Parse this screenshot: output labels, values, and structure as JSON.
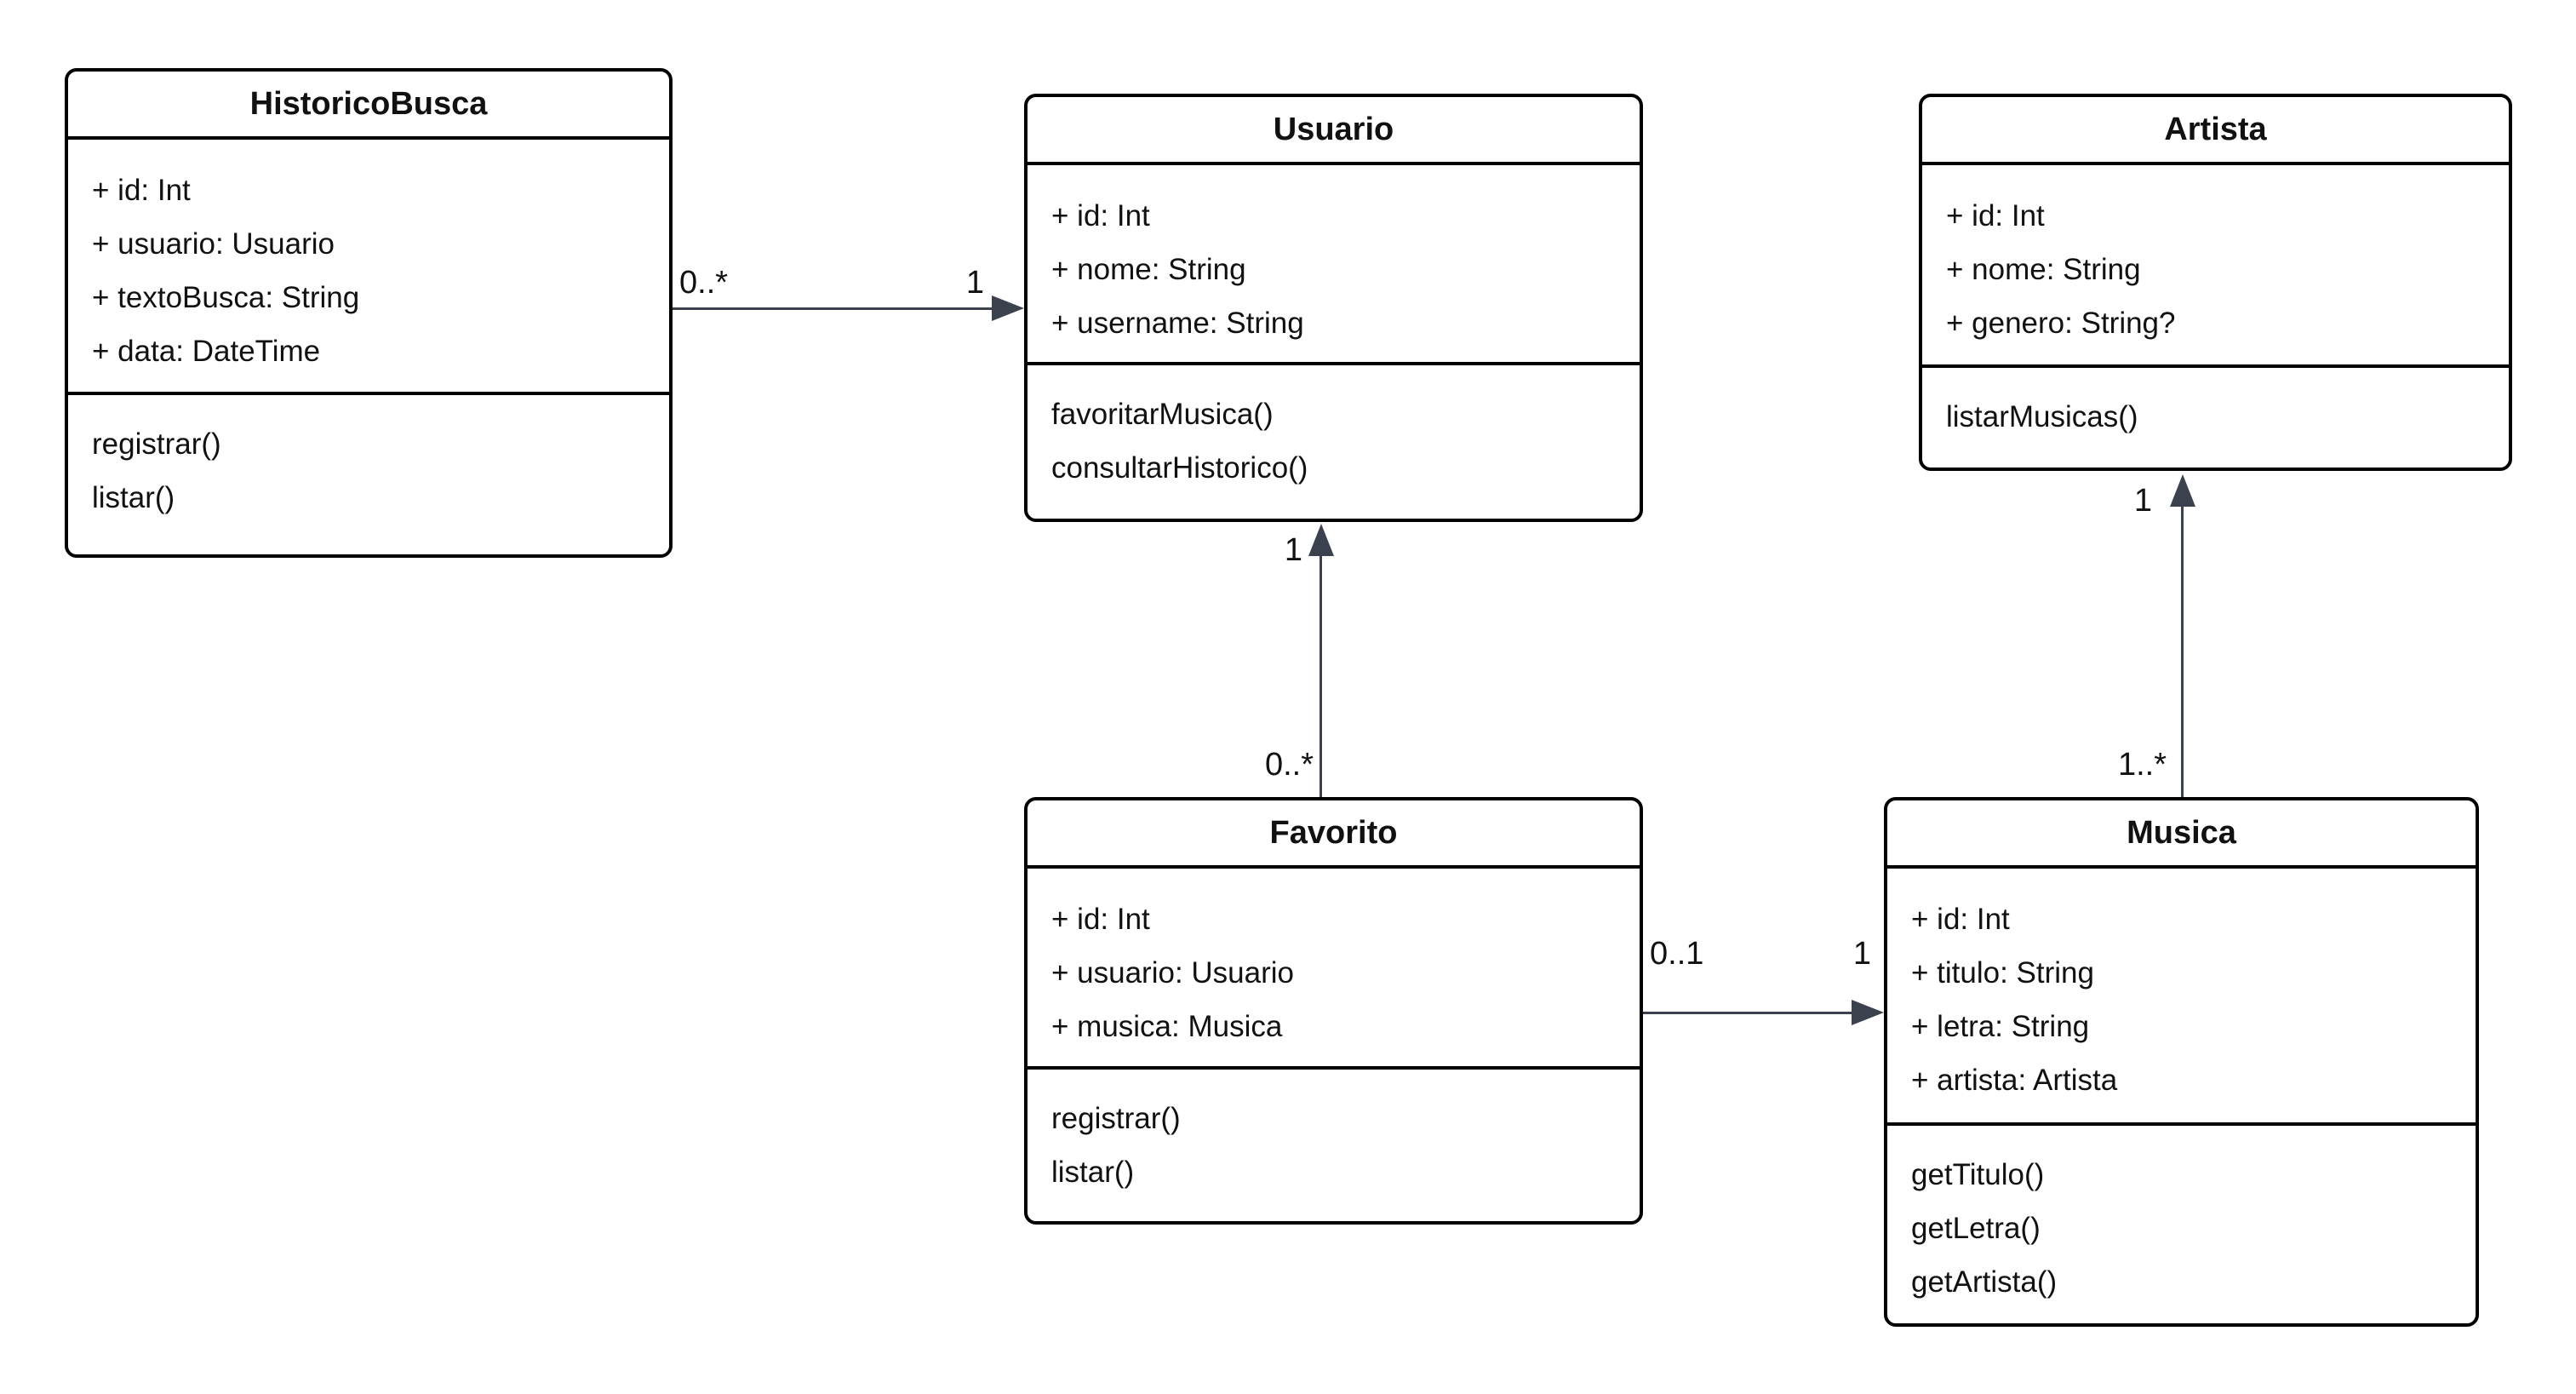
{
  "diagram": {
    "type": "uml-class-diagram",
    "background_color": "#ffffff",
    "box_border_color": "#000000",
    "arrow_color": "#3c424d",
    "text_color": "#111111"
  },
  "classes": [
    {
      "name": "HistoricoBusca",
      "attributes": [
        "+ id: Int",
        "+ usuario: Usuario",
        "+ textoBusca: String",
        "+ data: DateTime"
      ],
      "methods": [
        "registrar()",
        "listar()"
      ]
    },
    {
      "name": "Usuario",
      "attributes": [
        "+ id: Int",
        "+ nome: String",
        "+ username: String"
      ],
      "methods": [
        "favoritarMusica()",
        "consultarHistorico()"
      ]
    },
    {
      "name": "Artista",
      "attributes": [
        "+ id: Int",
        "+ nome: String",
        "+ genero: String?"
      ],
      "methods": [
        "listarMusicas()"
      ]
    },
    {
      "name": "Favorito",
      "attributes": [
        "+ id: Int",
        "+ usuario: Usuario",
        "+ musica: Musica"
      ],
      "methods": [
        "registrar()",
        "listar()"
      ]
    },
    {
      "name": "Musica",
      "attributes": [
        "+ id: Int",
        "+ titulo: String",
        "+ letra: String",
        "+ artista: Artista"
      ],
      "methods": [
        "getTitulo()",
        "getLetra()",
        "getArtista()"
      ]
    }
  ],
  "associations": [
    {
      "from": "HistoricoBusca",
      "to": "Usuario",
      "from_multiplicity": "0..*",
      "to_multiplicity": "1"
    },
    {
      "from": "Favorito",
      "to": "Usuario",
      "from_multiplicity": "0..*",
      "to_multiplicity": "1"
    },
    {
      "from": "Favorito",
      "to": "Musica",
      "from_multiplicity": "0..1",
      "to_multiplicity": "1"
    },
    {
      "from": "Musica",
      "to": "Artista",
      "from_multiplicity": "1..*",
      "to_multiplicity": "1"
    }
  ]
}
